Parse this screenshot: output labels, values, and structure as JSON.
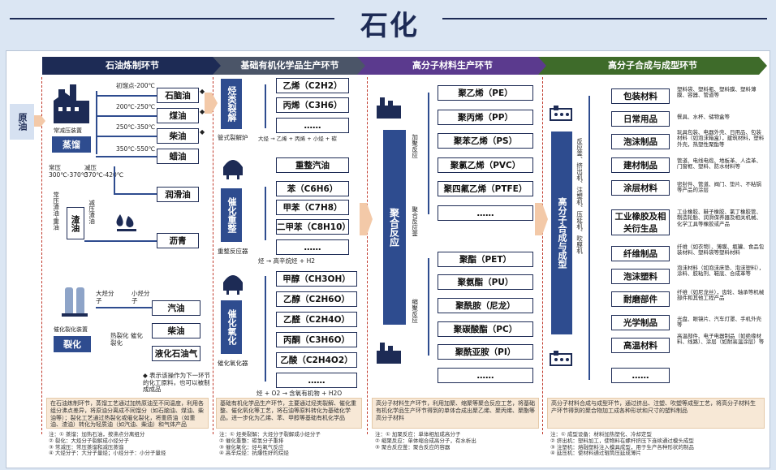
{
  "title": "石化",
  "sections": {
    "s1": "石油炼制环节",
    "s2": "基础有机化学品生产环节",
    "s3": "高分子材料生产环节",
    "s4": "高分子合成与成型环节"
  },
  "refining": {
    "crude": "原油",
    "distill": "蒸馏",
    "distill_unit": "常减压装置",
    "temps": [
      "初馏点-200℃",
      "200℃-250℃",
      "250℃-350℃",
      "350℃-550℃"
    ],
    "products": [
      "石脑油",
      "煤油",
      "柴油",
      "蜡油",
      "润滑油",
      "沥青"
    ],
    "atm_pressure": "常压 300℃-370℃",
    "vac_pressure": "减压 370℃-420℃",
    "residue": "渣油",
    "residue_left": "常压渣油·重油",
    "residue_right": "减压渣油",
    "crack": "裂化",
    "crack_unit": "催化裂化装置",
    "big_mol": "大烃分子",
    "small_mol": "小烃分子",
    "crack_type": "热裂化 催化裂化",
    "crack_products": [
      "汽油",
      "柴油",
      "液化石油气"
    ],
    "legend": "◆ 表示该操作为下一环节的化工原料，也可以被制成成品",
    "summary": "在石油炼制环节，蒸馏工艺通过加热原油至不同温度，利用各组分沸点差异，将原油分离成不同馏分（如石脑油、煤油、柴油等）；裂化工艺通过热裂化或催化裂化，将重质油（如重油、渣油）转化为轻质油（如汽油、柴油）和气体产品",
    "notes": [
      "注：① 蒸馏：加热石油，按沸点分离组分",
      "② 裂化：大烃分子裂解成小烃分子",
      "③ 常减压：常压蒸馏和减压蒸馏",
      "④ 大烃分子：大分子量烃；小烃分子：小分子量烃"
    ]
  },
  "organic": {
    "crack_label": "烃类裂解",
    "crack_unit": "管式裂解炉",
    "olefins": [
      "乙烯（C2H2）",
      "丙烯（C3H6）",
      "……"
    ],
    "olefin_eq": "大烃 → 乙烯 + 丙烯 + 小烃 + 碳",
    "reform_label": "催化重整",
    "reform_unit": "重整反应器",
    "reform_gas": "重整汽油",
    "aromatics": [
      "苯（C6H6）",
      "甲苯（C7H8）",
      "二甲苯（C8H10）",
      "……"
    ],
    "reform_eq": "烃 → 高辛烷烃 + H2",
    "oxid_label": "催化氧化",
    "oxid_unit": "催化氧化器",
    "oxygenates": [
      "甲醇（CH3OH）",
      "乙醇（C2H6O）",
      "乙醛（C2H4O）",
      "丙酮（C3H6O）",
      "乙酸（C2H4O2）",
      "……"
    ],
    "oxid_eq": "烃 + O2 → 含氧有机物 + H2O",
    "summary": "基础有机化学品生产环节，主要通过烃类裂解、催化重整、催化氧化等工艺，将石油等原料转化为基础化学品，进一步化为乙烯、苯、甲醇等基础有机化学品",
    "notes": [
      "注：① 烃类裂解：大烃分子裂解成小烃分子",
      "② 催化重整：碳氢分子重排",
      "③ 催化氧化：烃与氧气反应",
      "④ 高辛烷烃：抗爆性好的烷烃"
    ]
  },
  "polymer": {
    "reaction": "聚合反应",
    "add_poly": "加聚反应",
    "cond_poly": "缩聚反应",
    "mid_text": "聚合反应釜",
    "add_products": [
      "聚乙烯（PE）",
      "聚丙烯（PP）",
      "聚苯乙烯（PS）",
      "聚氯乙烯（PVC）",
      "聚四氟乙烯（PTFE）",
      "……"
    ],
    "cond_products": [
      "聚酯（PET）",
      "聚氨酯（PU）",
      "聚酰胺（尼龙）",
      "聚碳酸酯（PC）",
      "聚酰亚胺（PI）",
      "……"
    ],
    "summary": "高分子材料生产环节，利用加聚、缩聚等聚合反应工艺，将基础有机化学品生产环节得到的单体合成出聚乙烯、聚丙烯、聚酯等高分子材料",
    "notes": [
      "注：① 加聚反应：单体相加成高分子",
      "② 缩聚反应：单体缩合成高分子，有水析出",
      "③ 聚合反应釜：聚合反应的容器"
    ]
  },
  "forming": {
    "main": "高分子合成与成型",
    "machines": "反应釜、挤出机、注塑机、压延机、吹膜机",
    "products": [
      "包装材料",
      "日常用品",
      "泡沫制品",
      "建材制品",
      "涂层材料",
      "工业橡胶及相关衍生品",
      "纤维制品",
      "泡沫塑料",
      "耐磨部件",
      "光学制品",
      "高温材料",
      "……"
    ],
    "uses": [
      "塑料袋、塑料瓶、塑料膜、塑料薄膜、容器、管道等",
      "餐具、水杯、储物盒等",
      "玩具包装、电器外壳、日用品、包装材料（如泡沫箱盒），建筑材料，塑料外壳，热塑性聚酯等",
      "管道、电线电缆、地板革、人造革、门窗框、塑料、防水材料等",
      "密封件、管道、阀门、垫片、不粘锅等产品的涂层",
      "工业橡胶、鞋子橡胶、氯丁橡胶管、制造轮胎、润滑保养器及相关机械、化学工具等橡胶或产品",
      "纤维（如衣物）、薄膜、瓶罐、食品包装材料、塑料袋等塑料材料",
      "泡沫材料（如泡沫床垫、泡沫塑料），涂料、胶粘剂、鞋底、合成革等",
      "纤维（如尼龙丝），齿轮、轴承等机械部件和其他工程产品",
      "光盘、眼镜片、汽车灯罩、手机外壳等",
      "高温部件、电子电器制品（如绝缘材料、线路）、涂层（如耐高温涂层）等",
      ""
    ],
    "summary": "高分子材料合成与成型环节，通过挤出、注塑、吹塑等成型工艺，将高分子材料生产环节得到的聚合物加工成各种形状和尺寸的塑料制品",
    "notes": [
      "注：① 成型设备：材料加热塑化、冷却定型",
      "② 挤出机：塑料加工，使物料在螺杆挤压下连续通过模头成型",
      "③ 注塑机：熔融塑料注入模具成型，用于生产各种形状的制品",
      "④ 延压机：使材料通过辊筒压延成薄片"
    ]
  }
}
